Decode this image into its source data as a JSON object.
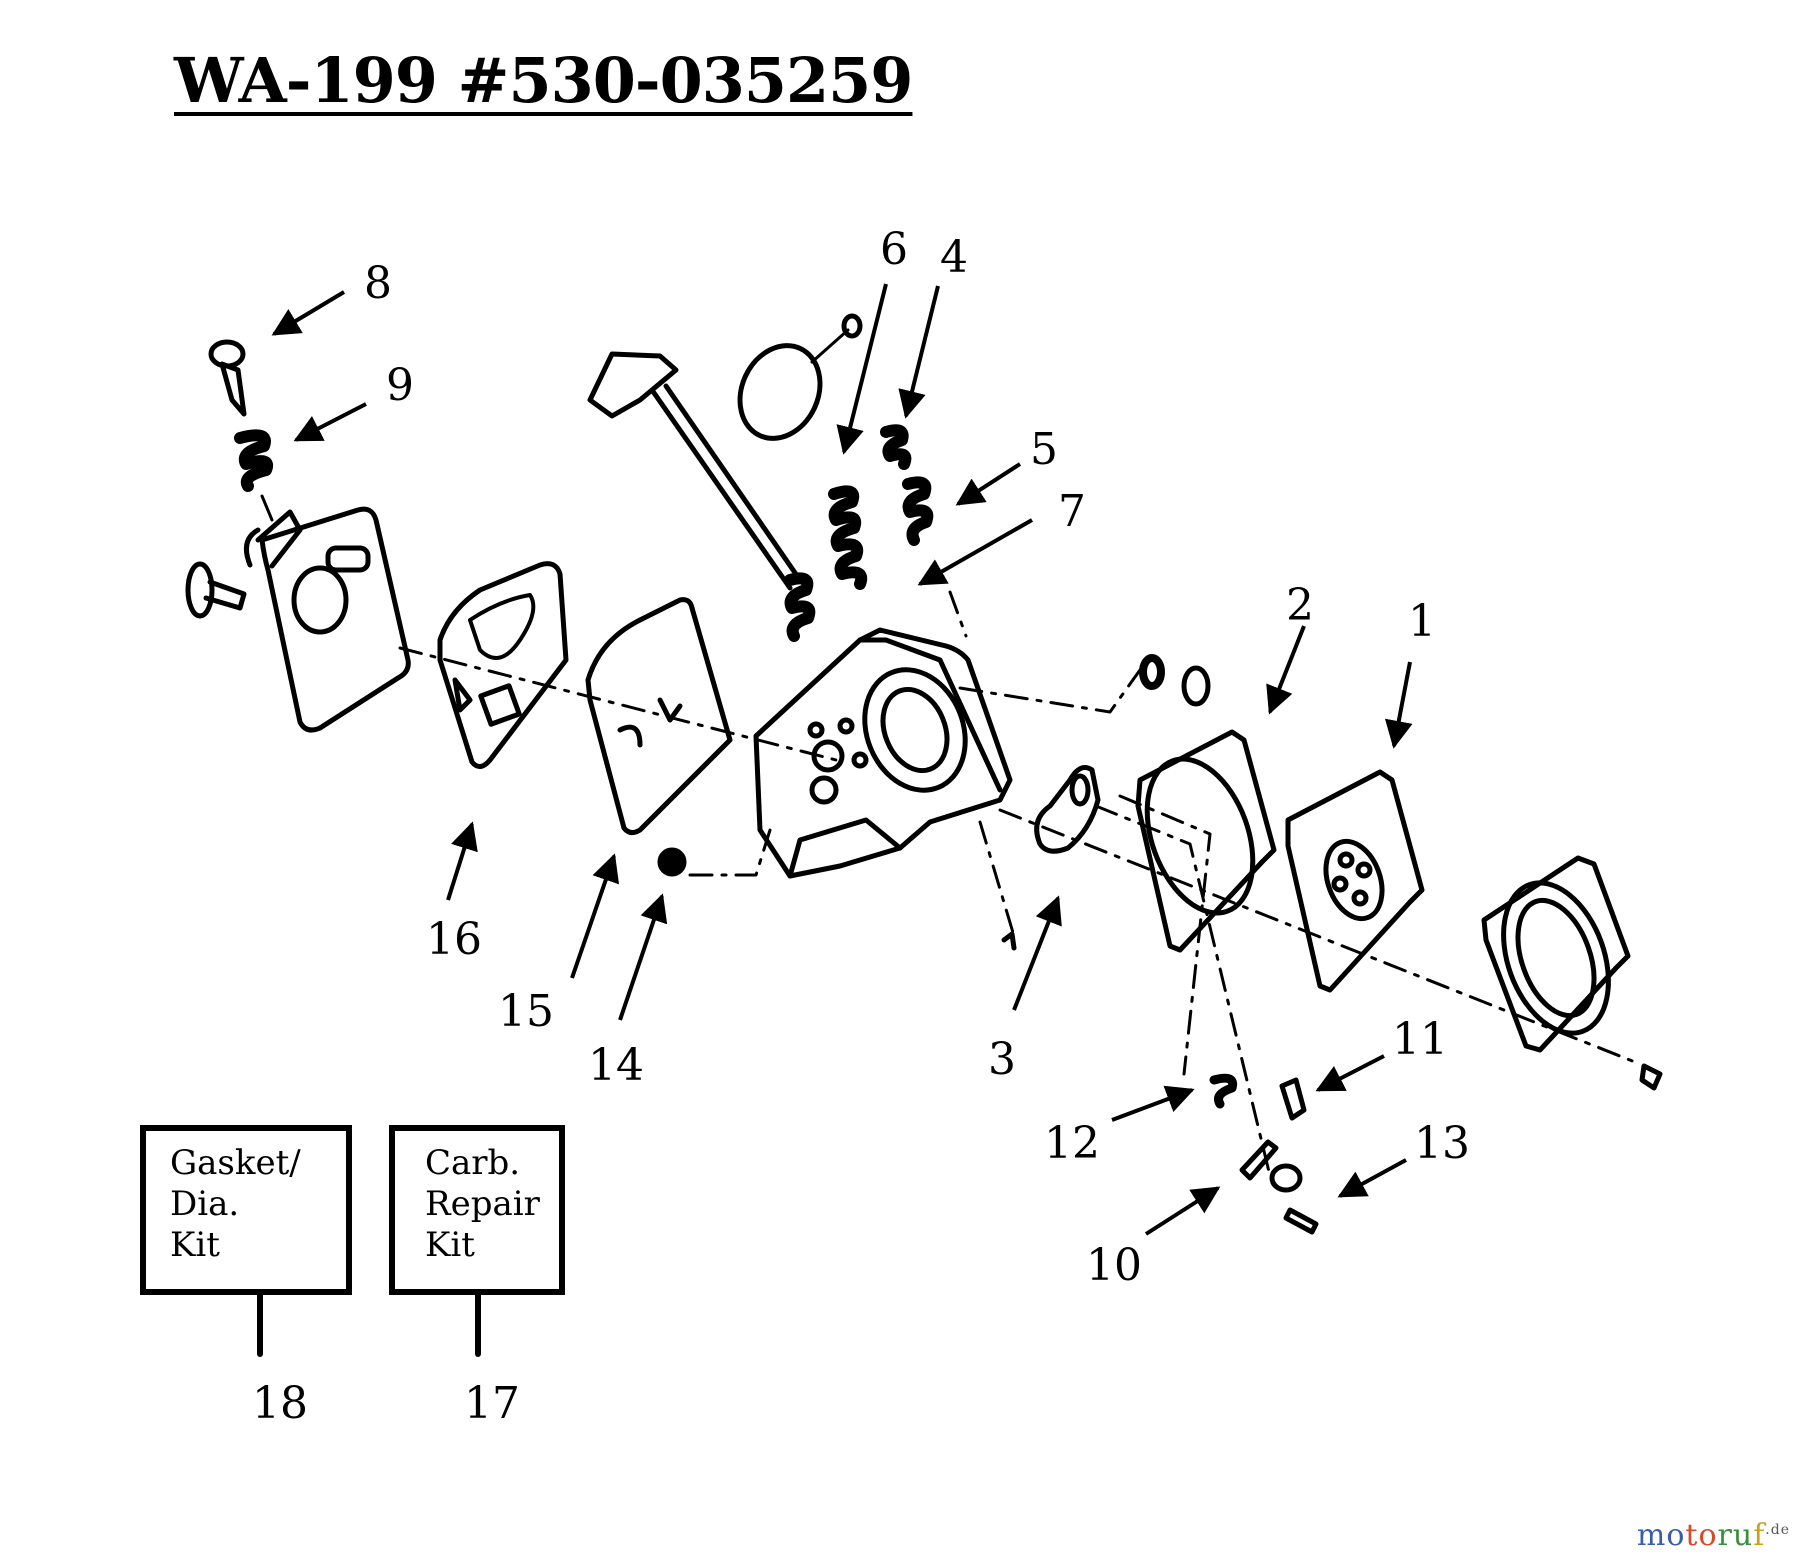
{
  "title": "WA-199 #530-035259",
  "kits": {
    "gasket": [
      "Gasket/",
      "Dia.",
      "Kit"
    ],
    "repair": [
      "Carb.",
      "Repair",
      "Kit"
    ]
  },
  "callouts": [
    "1",
    "2",
    "3",
    "4",
    "5",
    "6",
    "7",
    "8",
    "9",
    "10",
    "11",
    "12",
    "13",
    "14",
    "15",
    "16",
    "17",
    "18"
  ],
  "watermark": {
    "a": "mo",
    "b": "to",
    "c": "ru",
    "d": "f",
    "e": ".de"
  }
}
